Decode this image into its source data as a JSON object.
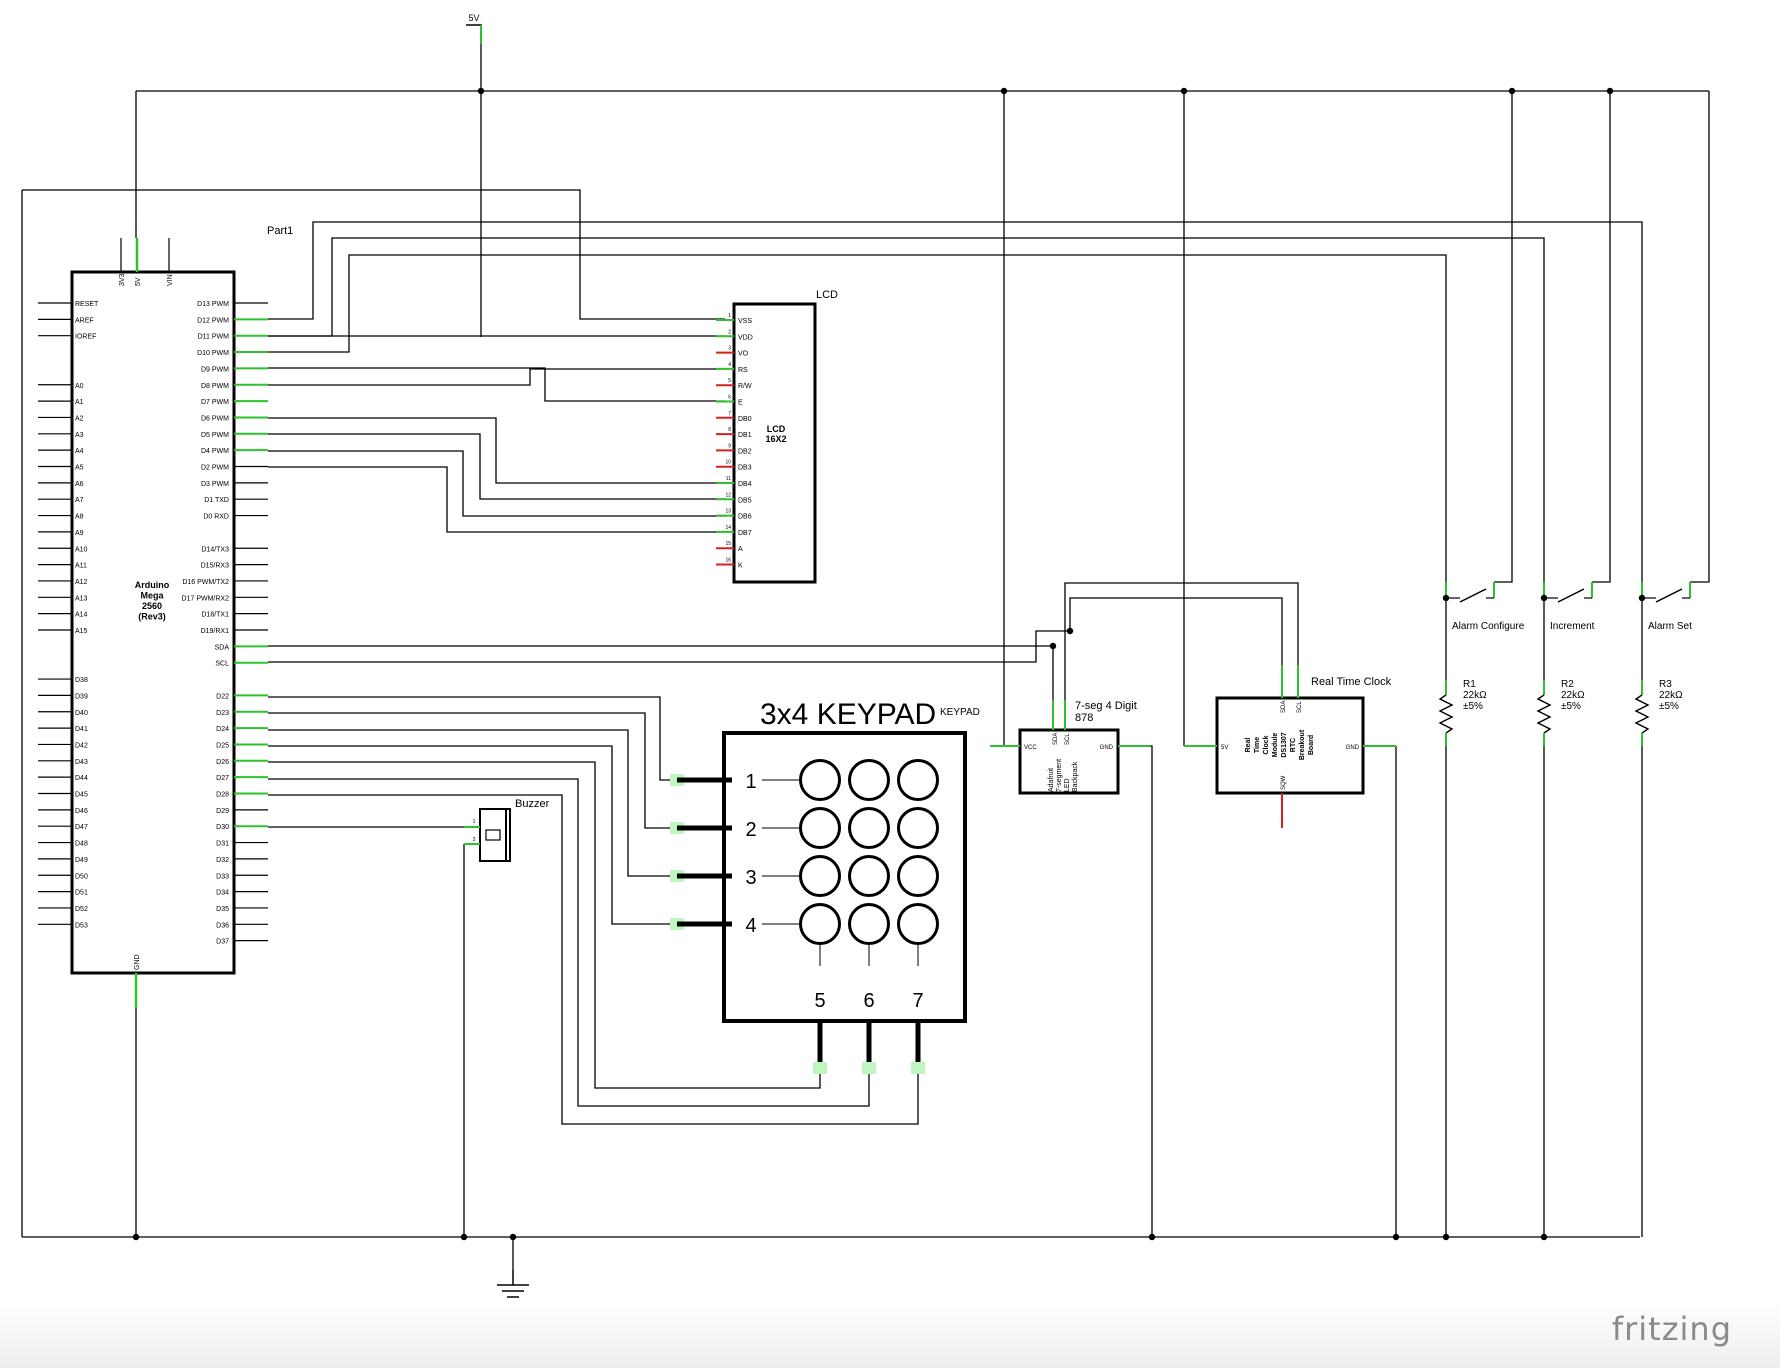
{
  "colors": {
    "wire": "#000000",
    "pin_ok": "#2ec02e",
    "pin_unconnected": "#d62020",
    "pad": "#bff5bf",
    "logo": "#8a8a8a"
  },
  "power": {
    "vcc_label": "5V"
  },
  "part1": {
    "label": "Part1",
    "title_lines": [
      "Arduino",
      "Mega",
      "2560",
      "(Rev3)"
    ],
    "top_pins": [
      "3V3",
      "5V",
      "VIN"
    ],
    "left_pins": [
      "RESET",
      "AREF",
      "IOREF",
      "",
      "",
      "A0",
      "A1",
      "A2",
      "A3",
      "A4",
      "A5",
      "A6",
      "A7",
      "A8",
      "A9",
      "A10",
      "A11",
      "A12",
      "A13",
      "A14",
      "A15",
      "",
      "",
      "D38",
      "D39",
      "D40",
      "D41",
      "D42",
      "D43",
      "D44",
      "D45",
      "D46",
      "D47",
      "D48",
      "D49",
      "D50",
      "D51",
      "D52",
      "D53"
    ],
    "right_pins": [
      "D13 PWM",
      "D12 PWM",
      "D11 PWM",
      "D10 PWM",
      "D9 PWM",
      "D8 PWM",
      "D7 PWM",
      "D6 PWM",
      "D5 PWM",
      "D4 PWM",
      "D2 PWM",
      "D3 PWM",
      "D1 TXD",
      "D0 RXD",
      "",
      "D14/TX3",
      "D15/RX3",
      "D16 PWM/TX2",
      "D17 PWM/RX2",
      "D18/TX1",
      "D19/RX1",
      "SDA",
      "SCL",
      "",
      "D22",
      "D23",
      "D24",
      "D25",
      "D26",
      "D27",
      "D28",
      "D29",
      "D30",
      "D31",
      "D32",
      "D33",
      "D34",
      "D35",
      "D36",
      "D37"
    ],
    "bottom_pin": "GND"
  },
  "lcd": {
    "label": "LCD",
    "title": [
      "LCD",
      "16X2"
    ],
    "pins": [
      "VSS",
      "VDD",
      "VO",
      "RS",
      "R/W",
      "E",
      "DB0",
      "DB1",
      "DB2",
      "DB3",
      "DB4",
      "DB5",
      "DB6",
      "DB7",
      "A",
      "K"
    ]
  },
  "keypad": {
    "title": "3x4 KEYPAD",
    "label": "KEYPAD",
    "rows": [
      "1",
      "2",
      "3",
      "4"
    ],
    "cols": [
      "5",
      "6",
      "7"
    ]
  },
  "buzzer": {
    "label": "Buzzer",
    "pins": [
      "1",
      "2"
    ]
  },
  "seven_seg": {
    "label": "7-seg 4 Digit",
    "sublabel": "878",
    "body": [
      "Adafruit",
      "7-segment",
      "LED",
      "Backpack"
    ],
    "pins": [
      "VCC",
      "SDA",
      "SCL",
      "GND"
    ]
  },
  "rtc": {
    "label": "Real Time Clock",
    "body": [
      "Real",
      "Time",
      "Clock",
      "Module",
      "DS1307",
      "RTC",
      "Breakout",
      "Board"
    ],
    "pins": [
      "5V",
      "SDA",
      "SCL",
      "SQW",
      "GND"
    ]
  },
  "switches": [
    {
      "label": "Alarm Configure"
    },
    {
      "label": "Increment"
    },
    {
      "label": "Alarm Set"
    }
  ],
  "resistors": [
    {
      "name": "R1",
      "value": "22kΩ",
      "tolerance": "±5%"
    },
    {
      "name": "R2",
      "value": "22kΩ",
      "tolerance": "±5%"
    },
    {
      "name": "R3",
      "value": "22kΩ",
      "tolerance": "±5%"
    }
  ],
  "footer": {
    "logo": "fritzing"
  }
}
